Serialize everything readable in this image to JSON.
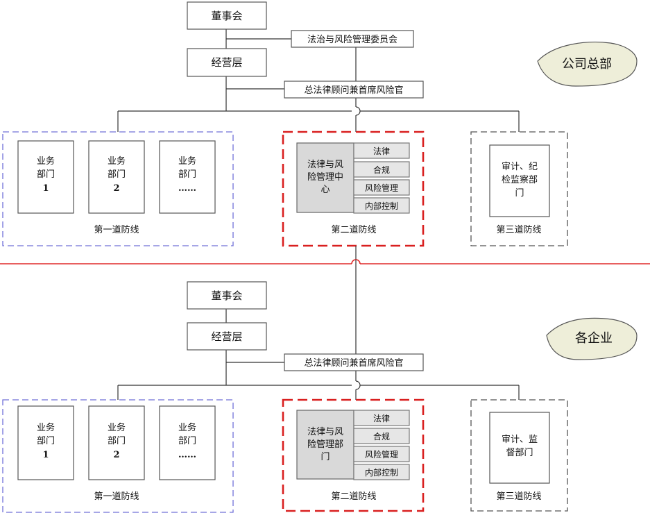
{
  "divider_color": "#e02a2a",
  "colors": {
    "first_line_border": "#7070d8",
    "second_line_border": "#d92020",
    "third_line_border": "#555555",
    "label_fill": "#eeeed9"
  },
  "headquarters": {
    "label": "公司总部",
    "board": "董事会",
    "committee": "法治与风险管理委员会",
    "management": "经营层",
    "gc_cro": "总法律顾问兼首席风险官",
    "first_line": {
      "title": "第一道防线",
      "depts": [
        {
          "lines": [
            "业务",
            "部门",
            "1"
          ]
        },
        {
          "lines": [
            "业务",
            "部门",
            "2"
          ]
        },
        {
          "lines": [
            "业务",
            "部门",
            "……"
          ]
        }
      ]
    },
    "second_line": {
      "title": "第二道防线",
      "center_lines": [
        "法律与风",
        "险管理中",
        "心"
      ],
      "subs": [
        "法律",
        "合规",
        "风险管理",
        "内部控制"
      ]
    },
    "third_line": {
      "title": "第三道防线",
      "dept_lines": [
        "审计、纪",
        "检监察部",
        "门"
      ]
    }
  },
  "enterprise": {
    "label": "各企业",
    "board": "董事会",
    "management": "经营层",
    "gc_cro": "总法律顾问兼首席风险官",
    "first_line": {
      "title": "第一道防线",
      "depts": [
        {
          "lines": [
            "业务",
            "部门",
            "1"
          ]
        },
        {
          "lines": [
            "业务",
            "部门",
            "2"
          ]
        },
        {
          "lines": [
            "业务",
            "部门",
            "……"
          ]
        }
      ]
    },
    "second_line": {
      "title": "第二道防线",
      "center_lines": [
        "法律与风",
        "险管理部",
        "门"
      ],
      "subs": [
        "法律",
        "合规",
        "风险管理",
        "内部控制"
      ]
    },
    "third_line": {
      "title": "第三道防线",
      "dept_lines": [
        "审计、监",
        "督部门"
      ]
    }
  }
}
